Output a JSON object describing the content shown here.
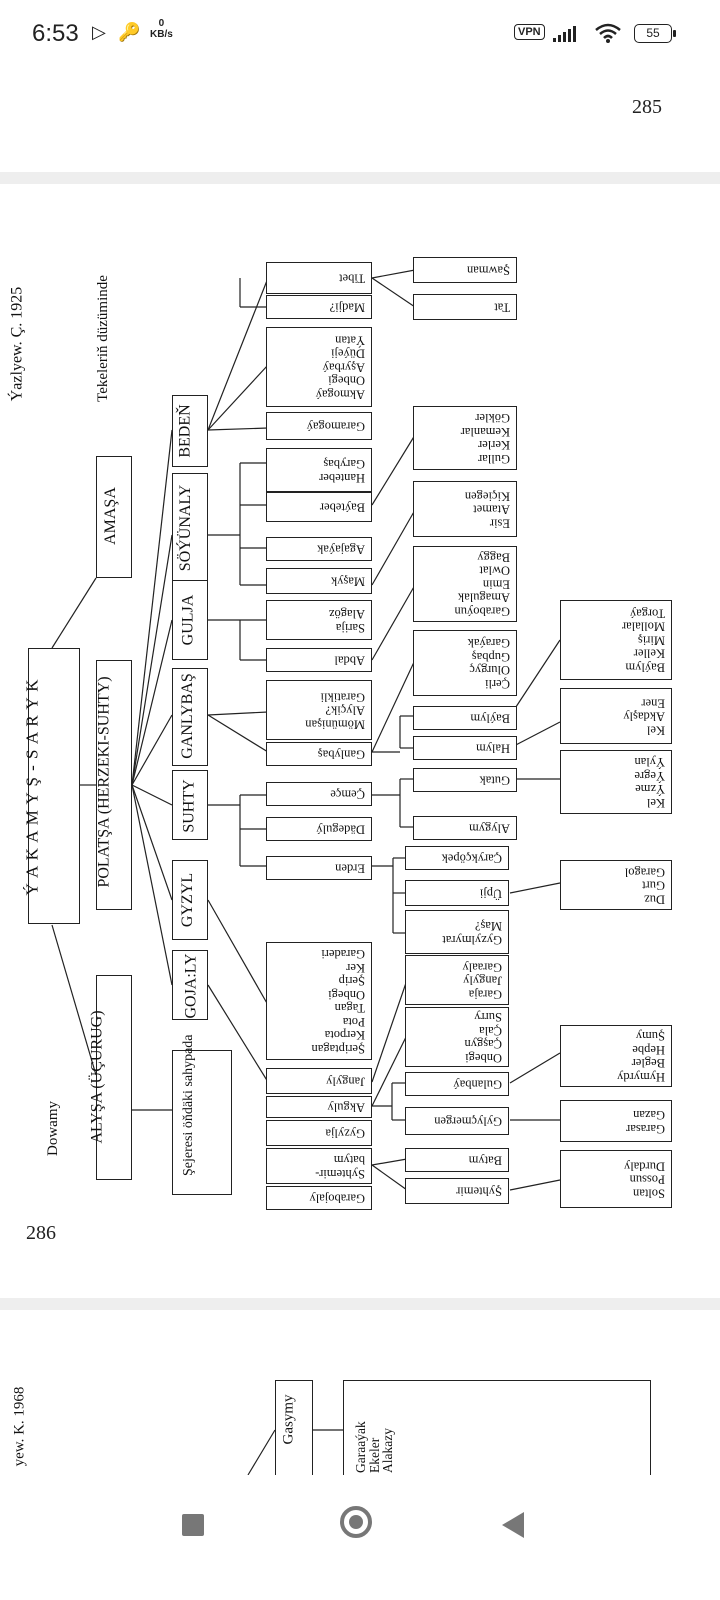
{
  "status_bar": {
    "time": "6:53",
    "net_speed_value": "0",
    "net_speed_unit": "KB/s",
    "vpn_label": "VPN",
    "battery": "55",
    "icons": [
      "play-icon",
      "key-icon",
      "signal-icon",
      "wifi-icon",
      "battery-icon"
    ]
  },
  "page_numbers": {
    "top": "285",
    "middle": "286"
  },
  "diagram1": {
    "source_note": "Ýazlyew. Ç. 1925",
    "subtitle": "Tekeleriň düzüminde",
    "root": "Ý A K A M Y Ş - S A R Y K",
    "continuation": "Dowamy",
    "branches": {
      "amasha": "AMAŞA",
      "polatsha": "POLATŞA (HERZEKI-SUHTY)",
      "alysha": "ALYŞA (ÜÇURUG)"
    },
    "clans": [
      "BEDEŇ",
      "SÖÝÜNALY",
      "GULJA",
      "GANLYBAŞ",
      "SUHTY",
      "GYZYL",
      "GOJA:LY"
    ],
    "alysha_note": "Şejeresi öňdäki sahypada",
    "col3": [
      "Tibet",
      "Madji?",
      "Akmogaý\nOnbegi\nAşyrbaý\nDüýeji\nÝatan",
      "Garamogaý",
      "Hanteber\nGarybaş",
      "Baýteber",
      "Agajaýak",
      "Maşyk",
      "Sarija\nAlagöz",
      "Abdal",
      "Mömünişan\nAlyçik?\nGaratikli",
      "Ganlybaş",
      "Çemçe",
      "Dädegulý",
      "Erden",
      "Şeriptagan\nKerpota\nPota\nTagan\nOnbegi\nŞerip\nKer\nGaraderi",
      "Jangyly",
      "Akguly",
      "Gyzylja",
      "Syhtemir-\nbatym",
      "Garabojaly"
    ],
    "col4": [
      "Şawman",
      "Tat",
      "Gullar\nKerler\nKemanlar\nGökler",
      "Esir\nAtamet\nKiçiegen",
      "Garaboýun\nAmagulak\nEmin\nOwlat\nBaggy",
      "Çerli\nOlurgyç\nGupbaş\nGaraýak",
      "Baýlym",
      "Halym",
      "Gutak",
      "Alygym",
      "Çarykçöpek",
      "Üpji",
      "Gyzylmyrat\nMaş?",
      "Garaja\nJangyly\nGaraaly",
      "Onbegi\nÇaşgyn\nÇala\nSurry",
      "Gulanbaý",
      "Gylyçmergen",
      "Batym",
      "Şyhtemir"
    ],
    "col5": [
      "Baýlym\nKeller\nMiriş\nMollalar\nTorgaý",
      "Kel\nAkdaşly\nEner",
      "Kel\nÝzme\nÝegre\nÝylan",
      "Duz\nGurt\nGaragol",
      "Hymyrdy\nBegler\nHepbe\nŞumy",
      "Garasar\nGazan",
      "Soltan\nPossun\nDurdaly"
    ]
  },
  "diagram2": {
    "source_note": "yew. K. 1968",
    "clan": "Gasymy",
    "subgroups": "Garaaýak\nEkeler\nAlakazy"
  },
  "nav_bar": {
    "buttons": [
      "recents-button",
      "home-button",
      "back-button"
    ]
  }
}
